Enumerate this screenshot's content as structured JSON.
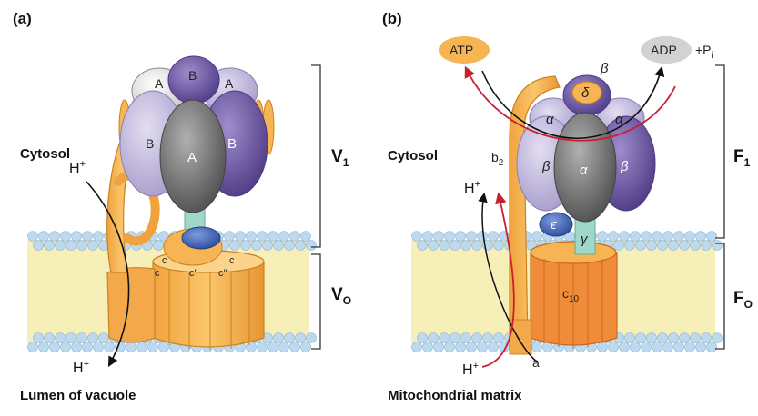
{
  "panel_a": {
    "label": "(a)",
    "cytosol": "Cytosol",
    "lumen": "Lumen of vacuole",
    "proton_top": "H",
    "proton_bottom": "H",
    "plus": "+",
    "v1_main": "V",
    "v1_sub": "1",
    "vo_main": "V",
    "vo_sub": "O",
    "subunit_A": "A",
    "subunit_B": "B",
    "subunit_c": "c",
    "subunit_c_prime": "c′",
    "subunit_c_dprime": "c″"
  },
  "panel_b": {
    "label": "(b)",
    "cytosol": "Cytosol",
    "matrix": "Mitochondrial matrix",
    "atp": "ATP",
    "adp": "ADP",
    "pi": "+P",
    "pi_sub": "i",
    "proton_top": "H",
    "proton_bottom": "H",
    "plus": "+",
    "f1_main": "F",
    "f1_sub": "1",
    "fo_main": "F",
    "fo_sub": "O",
    "alpha": "α",
    "beta": "β",
    "gamma": "γ",
    "delta": "δ",
    "epsilon": "ϵ",
    "b_main": "b",
    "b_sub": "2",
    "c_main": "c",
    "c_sub": "10",
    "a": "a"
  },
  "colors": {
    "orange": "#f6b552",
    "orange_dark": "#d98a1f",
    "purple_light": "#b9b1d6",
    "purple_dark": "#6e5aa3",
    "gray": "#707070",
    "blue": "#3f62b4",
    "teal": "#9fd8c9",
    "membrane_core": "#f7efb8",
    "lipid_head": "#bcd9ef",
    "arrow_red": "#c8202f",
    "ink": "#111111"
  },
  "icons": [
    "lipid-bilayer",
    "proton-path-arrow",
    "rotation-arrow"
  ]
}
